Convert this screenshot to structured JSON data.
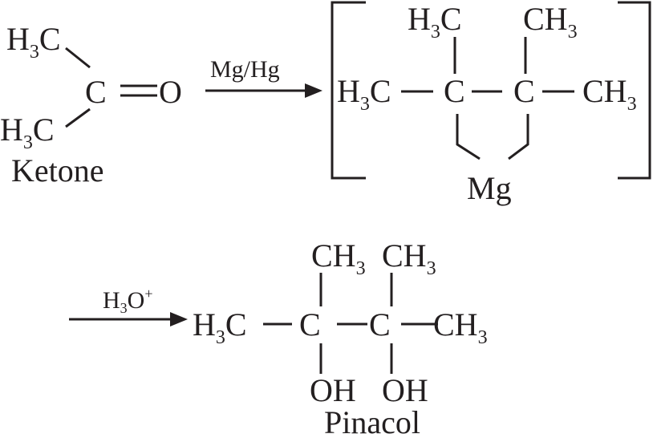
{
  "ketone": {
    "top_methyl": {
      "h": "H",
      "n": "3",
      "c": "C"
    },
    "bottom_methyl": {
      "h": "H",
      "n": "3",
      "c": "C"
    },
    "carbon": "C",
    "oxygen": "O",
    "name": "Ketone"
  },
  "arrow1": {
    "reagent": "Mg/Hg"
  },
  "intermediate": {
    "top_left": {
      "h": "H",
      "n": "3",
      "c": "C"
    },
    "top_right": {
      "ch": "CH",
      "n": "3"
    },
    "left": {
      "h": "H",
      "n": "3",
      "c": "C"
    },
    "c1": "C",
    "c2": "C",
    "right": {
      "ch": "CH",
      "n": "3"
    },
    "metal": "Mg"
  },
  "arrow2": {
    "reagent": {
      "h": "H",
      "n": "3",
      "o": "O",
      "charge": "+"
    }
  },
  "pinacol": {
    "top_left": {
      "ch": "CH",
      "n": "3"
    },
    "top_right": {
      "ch": "CH",
      "n": "3"
    },
    "left": {
      "h": "H",
      "n": "3",
      "c": "C"
    },
    "c1": "C",
    "c2": "C",
    "right": {
      "ch": "CH",
      "n": "3"
    },
    "oh1": "OH",
    "oh2": "OH",
    "name": "Pinacol"
  }
}
